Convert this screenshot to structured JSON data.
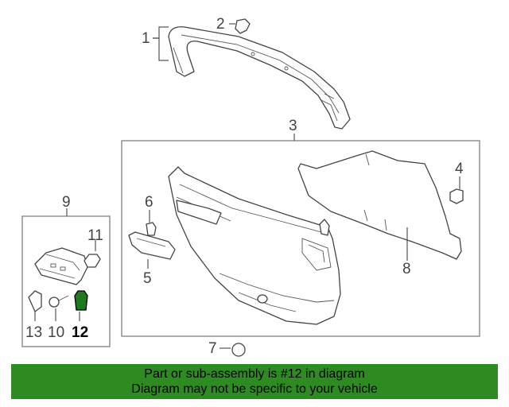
{
  "callouts": {
    "c1": "1",
    "c2": "2",
    "c3": "3",
    "c4": "4",
    "c5": "5",
    "c6": "6",
    "c7": "7",
    "c8": "8",
    "c9": "9",
    "c10": "10",
    "c11": "11",
    "c12": "12",
    "c13": "13"
  },
  "highlighted_part": "12",
  "colors": {
    "banner_bg": "#2e8b22",
    "highlight_part": "#1f7a1f",
    "line": "#555555"
  },
  "banner": {
    "line1": "Part or sub-assembly is #12 in diagram",
    "line2": "Diagram may not be specific to your vehicle"
  }
}
